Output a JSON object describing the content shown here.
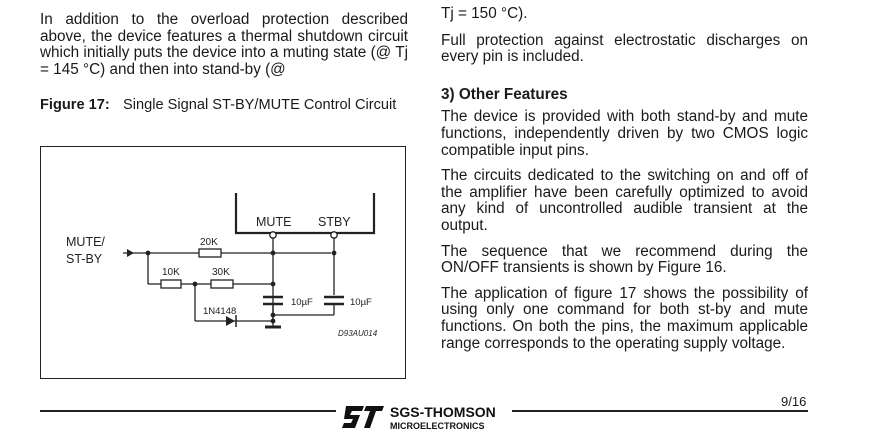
{
  "left_column": {
    "paragraph": "In addition to the overload protection described above, the device features a thermal shutdown circuit which initially puts the device into a muting state (@ Tj = 145 °C) and then into stand-by (@"
  },
  "figure": {
    "label": "Figure 17:",
    "title": "Single Signal ST-BY/MUTE Control Circuit",
    "diagram": {
      "input_label_line1": "MUTE/",
      "input_label_line2": "ST-BY",
      "pin_mute": "MUTE",
      "pin_stby": "STBY",
      "r_20k": "20K",
      "r_10k": "10K",
      "r_30k": "30K",
      "diode": "1N4148",
      "cap_1": "10µF",
      "cap_2": "10µF",
      "code": "D93AU014"
    }
  },
  "right_column": {
    "continuation": "Tj = 150 °C).",
    "esd_paragraph": "Full protection against electrostatic discharges on every pin is included.",
    "section_title": "3) Other Features",
    "paragraphs": [
      "The device is provided with both stand-by and mute functions, independently driven by two CMOS logic compatible input pins.",
      "The circuits dedicated to the switching on and off of the amplifier have been carefully optimized to avoid any kind of uncontrolled audible transient at the output.",
      "The sequence that we recommend during the ON/OFF transients is shown by Figure 16.",
      "The application of figure 17 shows the possibility of using only one command for both st-by and mute functions. On both the pins, the maximum applicable range corresponds to the operating supply voltage."
    ]
  },
  "footer": {
    "logo_brand": "SGS-THOMSON",
    "logo_sub": "MICROELECTRONICS",
    "page_number": "9/16"
  }
}
